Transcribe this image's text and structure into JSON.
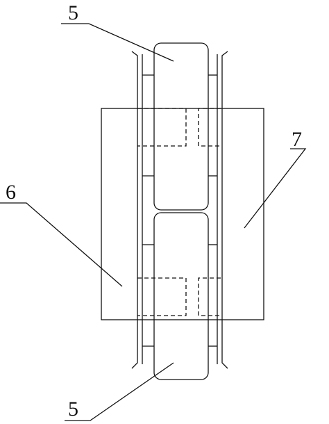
{
  "labels": {
    "top": "5",
    "bottom": "5",
    "left": "6",
    "right": "7"
  }
}
